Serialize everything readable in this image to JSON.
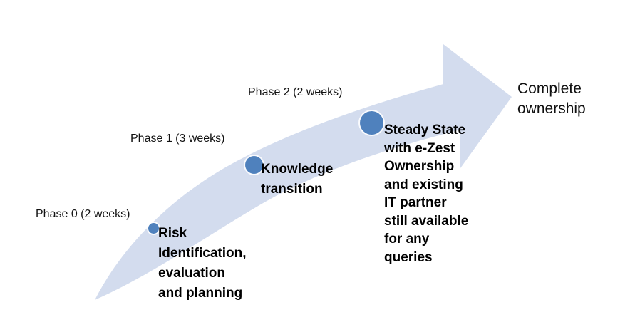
{
  "diagram": {
    "title": "Transition phases curved arrow timeline",
    "colors": {
      "arrow_fill": "#D3DCEE",
      "node_dot": "#4F81BD",
      "text": "#111111",
      "background": "#FFFFFF"
    },
    "arrow": {
      "name": "curved-up-right-arrow",
      "direction": "up-right"
    },
    "phases": [
      {
        "id": "phase-0",
        "label": "Phase 0 (2 weeks)",
        "dot_size": "small",
        "text_lines": [
          "Risk",
          "Identification,",
          "evaluation",
          "and planning"
        ]
      },
      {
        "id": "phase-1",
        "label": "Phase 1 (3 weeks)",
        "dot_size": "medium",
        "text_lines": [
          "Knowledge",
          "transition"
        ]
      },
      {
        "id": "phase-2",
        "label": "Phase 2 (2 weeks)",
        "dot_size": "large",
        "text_lines": [
          "Steady State",
          "with e-Zest",
          "Ownership",
          "and existing",
          "IT partner",
          "still available",
          "for any",
          "queries"
        ]
      }
    ],
    "outcome": {
      "id": "outcome",
      "text_lines": [
        "Complete",
        "ownership"
      ]
    }
  }
}
